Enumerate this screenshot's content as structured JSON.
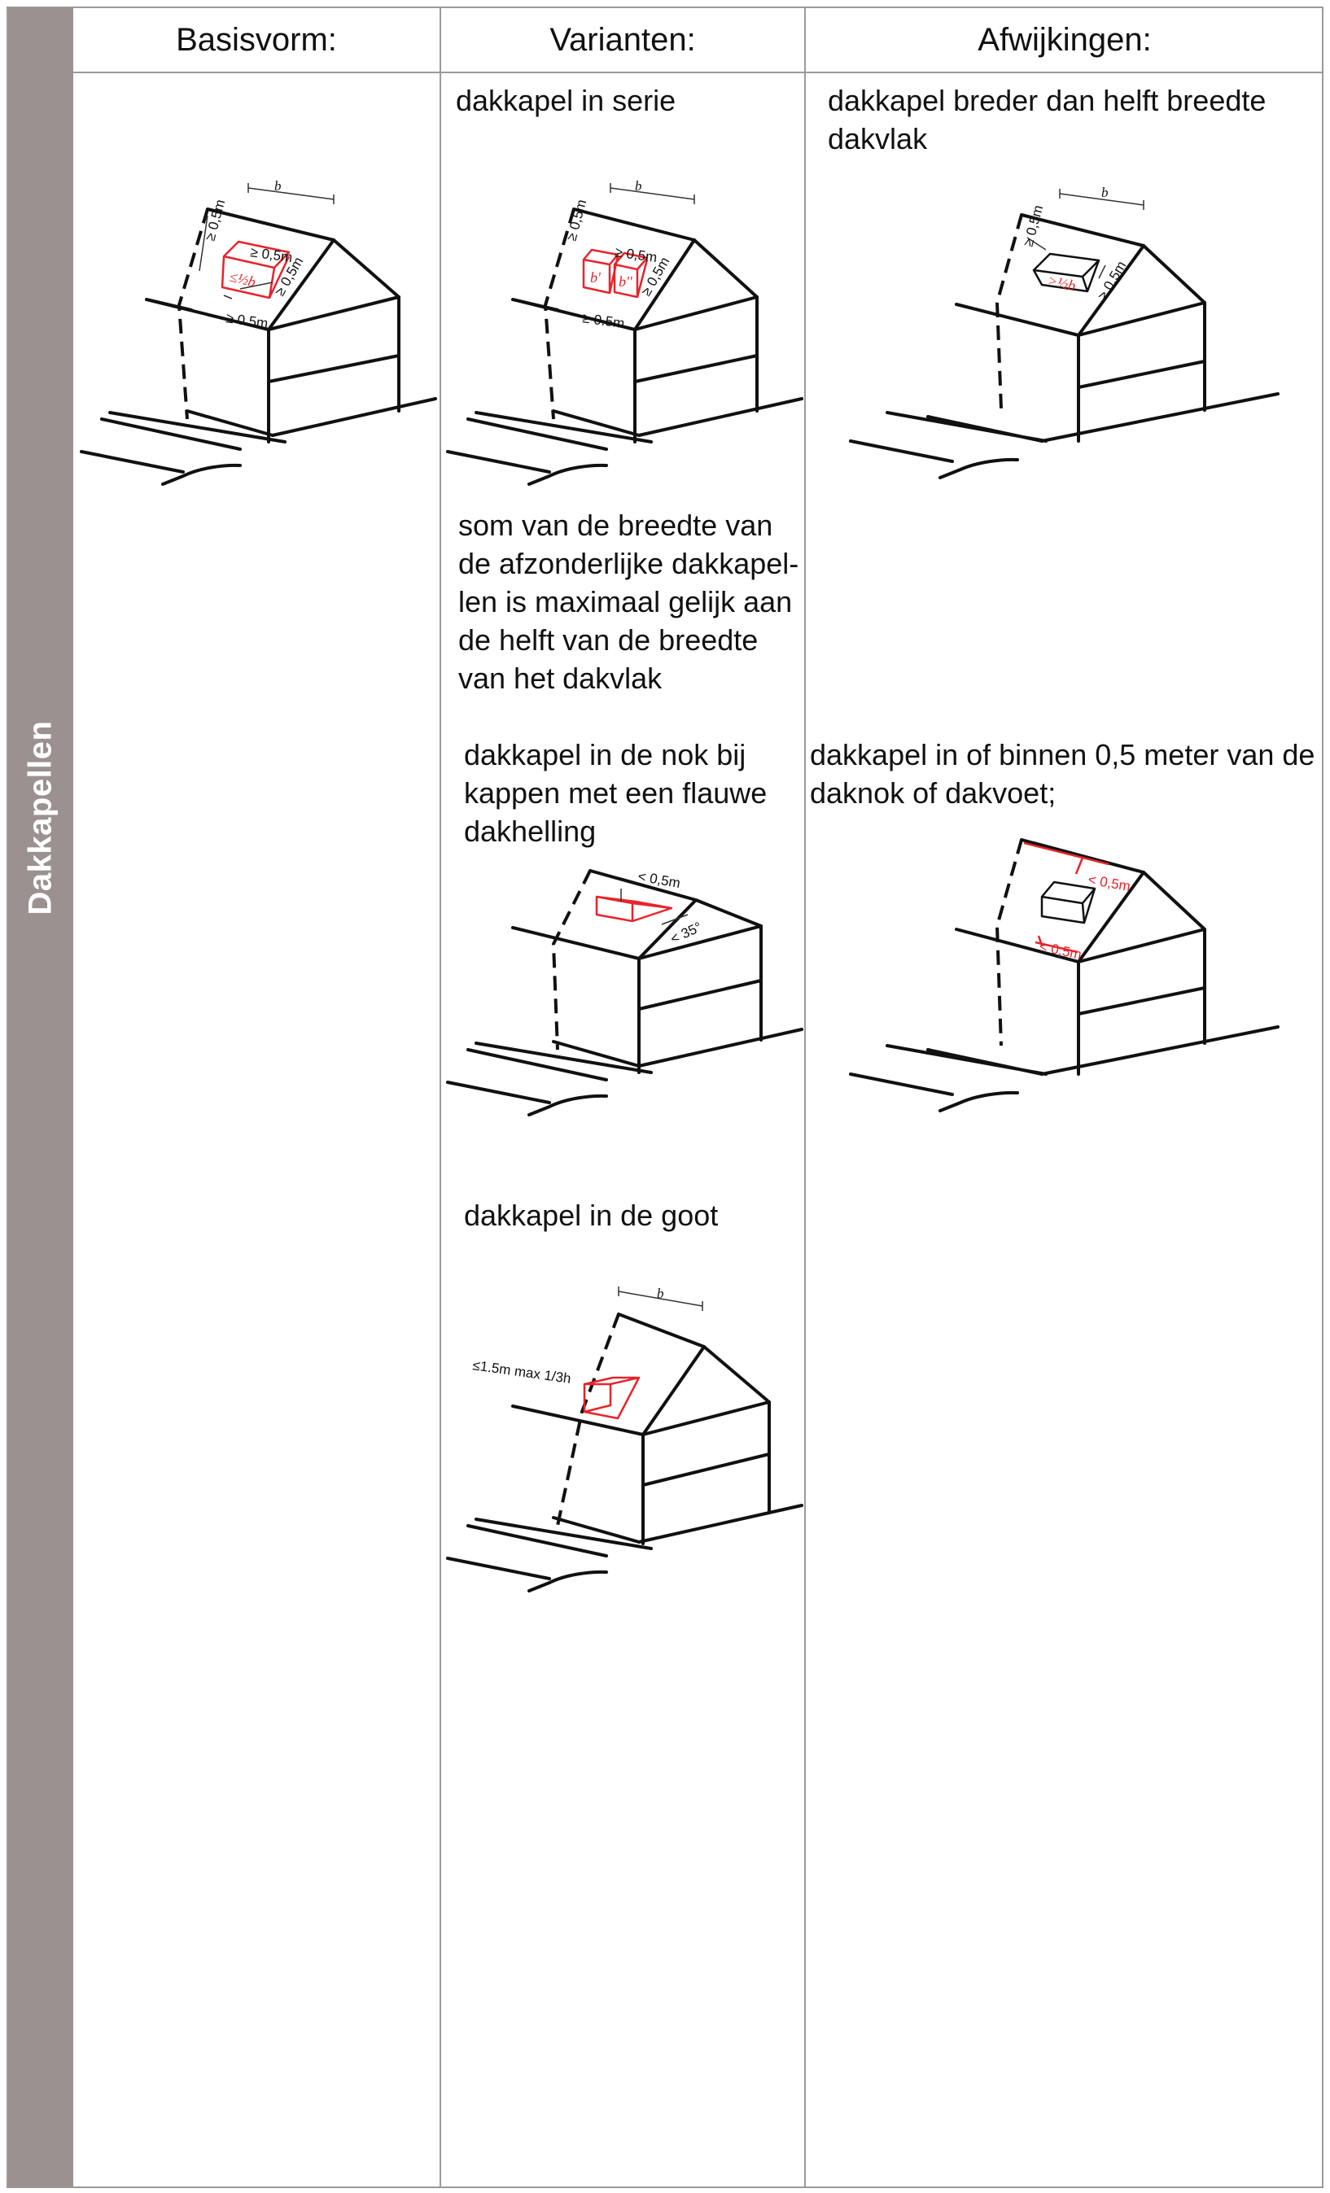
{
  "sidebar": {
    "label": "Dakkapellen",
    "color": "#9b9190"
  },
  "columns": [
    {
      "header": "Basisvorm:"
    },
    {
      "header": "Varianten:"
    },
    {
      "header": "Afwijkingen:"
    }
  ],
  "basisvorm": {
    "labels": {
      "width": "b",
      "top": "≥ 0,5m",
      "right_dist": "≥ 0,5m",
      "side": "≥ 0,5m",
      "bottom": "≥ 0.5m",
      "dormer": "≤½b"
    }
  },
  "varianten": {
    "serie": {
      "caption": "dakkapel in serie",
      "labels": {
        "width": "b",
        "top": "≥ 0,5m",
        "right_dist": "≥ 0,5m",
        "side": "≥ 0,5m",
        "bottom": "≥ 0.5m",
        "d1": "b'",
        "d2": "b''"
      }
    },
    "serie_note": "som van de breedte van de afzonderlijke dakkapellen is maximaal gelijk aan de helft van de breedte van het dakvlak",
    "serie_note_lines": [
      "som van de breedte van",
      "de afzonderlijke dakkapel-",
      "len is maximaal gelijk aan",
      "de helft van de breedte",
      "van het dakvlak"
    ],
    "nok": {
      "caption_lines": [
        "dakkapel in de nok bij",
        "kappen met een flauwe",
        "dakhelling"
      ],
      "labels": {
        "nok": "< 0,5m",
        "angle": "< 35°"
      }
    },
    "goot": {
      "caption": "dakkapel in de goot",
      "labels": {
        "width": "b",
        "height": "≤1.5m max 1/3h"
      }
    }
  },
  "afwijkingen": {
    "breder": {
      "caption_lines": [
        "dakkapel breder dan helft breedte",
        "dakvlak"
      ],
      "labels": {
        "width": "b",
        "top": "≥ 0,5m",
        "side": "≥ 0,5m",
        "dormer": ">½b"
      }
    },
    "nok_voet": {
      "caption_lines": [
        "dakkapel in of binnen 0,5 meter van de",
        "daknok of dakvoet;"
      ],
      "labels": {
        "top": "< 0,5m",
        "bottom": "< 0,5m"
      }
    }
  },
  "colors": {
    "accent_red": "#e8242b",
    "line": "#111111",
    "border": "#9a9a9a"
  }
}
